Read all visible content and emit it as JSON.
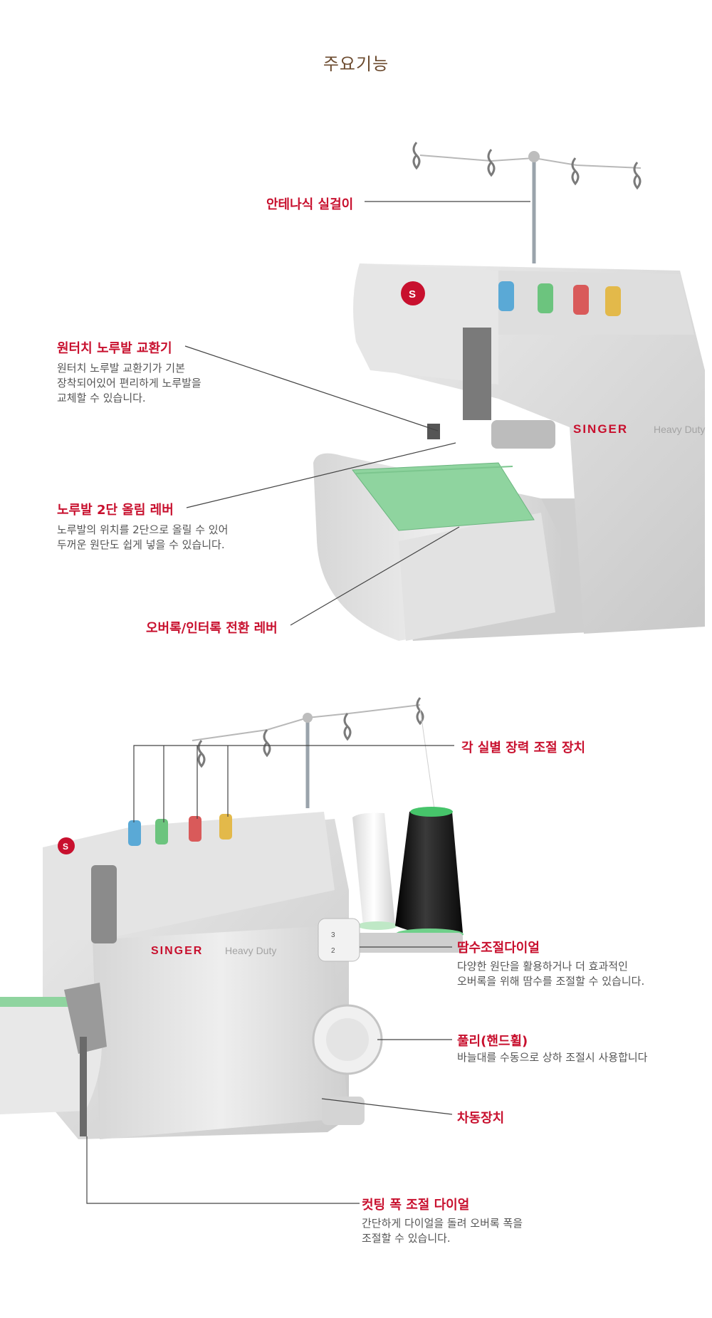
{
  "heading": "주요기능",
  "top_features": {
    "antenna": {
      "label": "안테나식 실걸이"
    },
    "presser_foot_change": {
      "label": "원터치 노루발 교환기",
      "desc": [
        "원터치 노루발 교환기가 기본",
        "장착되어있어 편리하게 노루발을",
        "교체할 수 있습니다."
      ]
    },
    "presser_lift": {
      "label": "노루발 2단 올림 레버",
      "desc": [
        "노루발의 위치를 2단으로 올릴 수 있어",
        "두꺼운 원단도 쉽게 넣을 수 있습니다."
      ]
    },
    "overlock_switch": {
      "label": "오버록/인터록 전환 레버"
    }
  },
  "bottom_features": {
    "tension": {
      "label": "각 실별 장력 조절 장치"
    },
    "stitch_dial": {
      "label": "땀수조절다이얼",
      "desc": [
        "다양한 원단을 활용하거나 더 효과적인",
        "오버록을 위해 땀수를 조절할 수 있습니다."
      ]
    },
    "pulley": {
      "label": "풀리(핸드휠)",
      "desc": [
        "바늘대를 수동으로 상하 조절시 사용합니다"
      ]
    },
    "drive": {
      "label": "차동장치"
    },
    "cutting_dial": {
      "label": "컷팅 폭 조절 다이얼",
      "desc": [
        "간단하게 다이얼을 돌려 오버록 폭을",
        "조절할 수 있습니다."
      ]
    }
  },
  "machine": {
    "brand": "SINGER",
    "model": "Heavy Duty",
    "logo_letter": "S",
    "dial_numbers": [
      "3",
      "2"
    ]
  },
  "colors": {
    "accent": "#c8102e",
    "heading": "#6b4a2e",
    "body": "#dcdcdc",
    "fabric": "#8fd49f",
    "cone_black": "#1a1a1a"
  }
}
